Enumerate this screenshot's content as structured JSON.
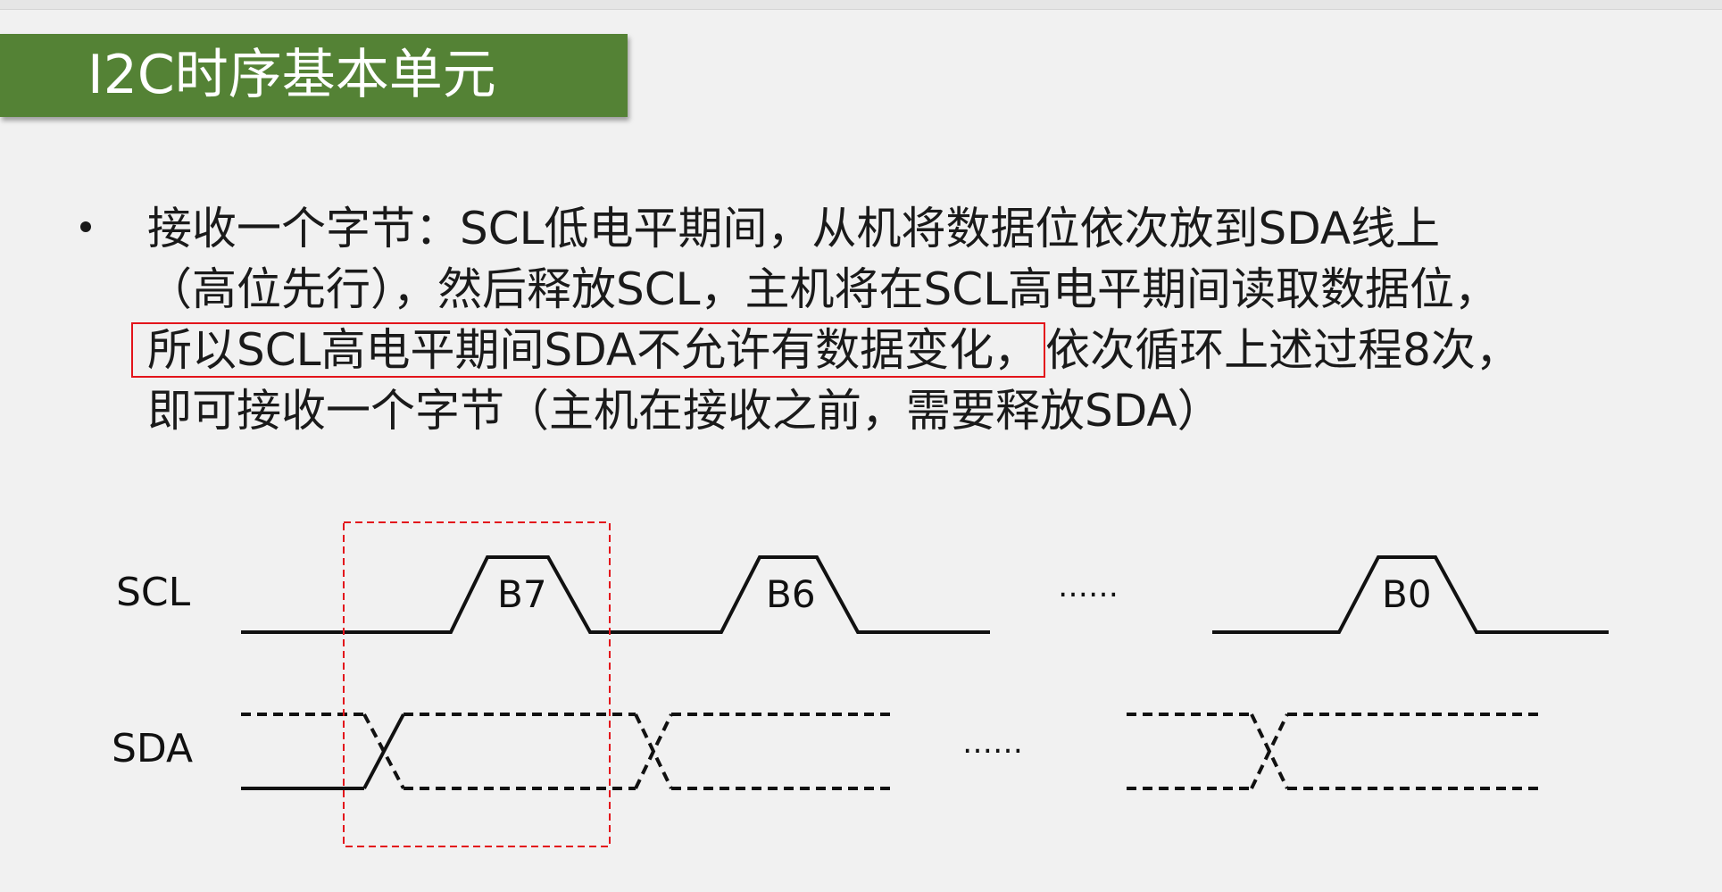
{
  "slide": {
    "title": "I2C时序基本单元"
  },
  "bullet": {
    "line1": "接收一个字节：SCL低电平期间，从机将数据位依次放到SDA线上",
    "line2": "（高位先行），然后释放SCL，主机将在SCL高电平期间读取数据位，",
    "line3_highlight": "所以SCL高电平期间SDA不允许有数据变化，",
    "line3_rest": "依次循环上述过程8次，",
    "line4": "即可接收一个字节（主机在接收之前，需要释放SDA）"
  },
  "diagram": {
    "scl_label": "SCL",
    "sda_label": "SDA",
    "bits": [
      "B7",
      "B6",
      "B0"
    ],
    "ellipsis": "……"
  },
  "colors": {
    "title_bg": "#548235",
    "highlight_border": "#e3141b"
  }
}
